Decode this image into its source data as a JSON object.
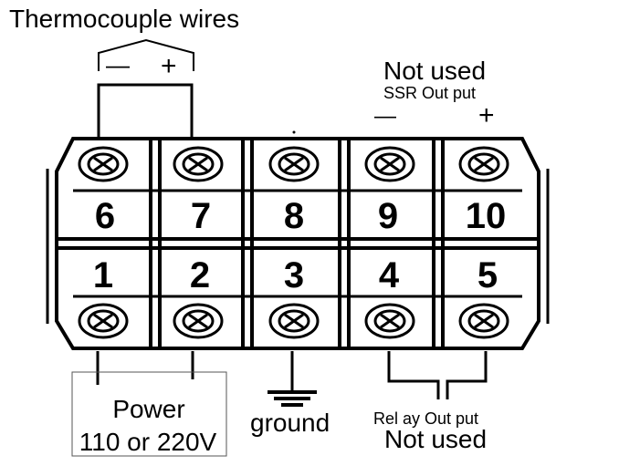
{
  "labels": {
    "thermocouple": "Thermocouple wires",
    "tc_minus": "—",
    "tc_plus": "+",
    "ssr_not_used": "Not used",
    "ssr_output": "SSR Out put",
    "ssr_minus": "—",
    "ssr_plus": "+",
    "power_line1": "Power",
    "power_line2": "110 or 220V",
    "ground": "ground",
    "relay_output": "Rel ay Out put",
    "relay_not_used": "Not used"
  },
  "terminals": {
    "top": [
      "6",
      "7",
      "8",
      "9",
      "10"
    ],
    "bottom": [
      "1",
      "2",
      "3",
      "4",
      "5"
    ]
  }
}
